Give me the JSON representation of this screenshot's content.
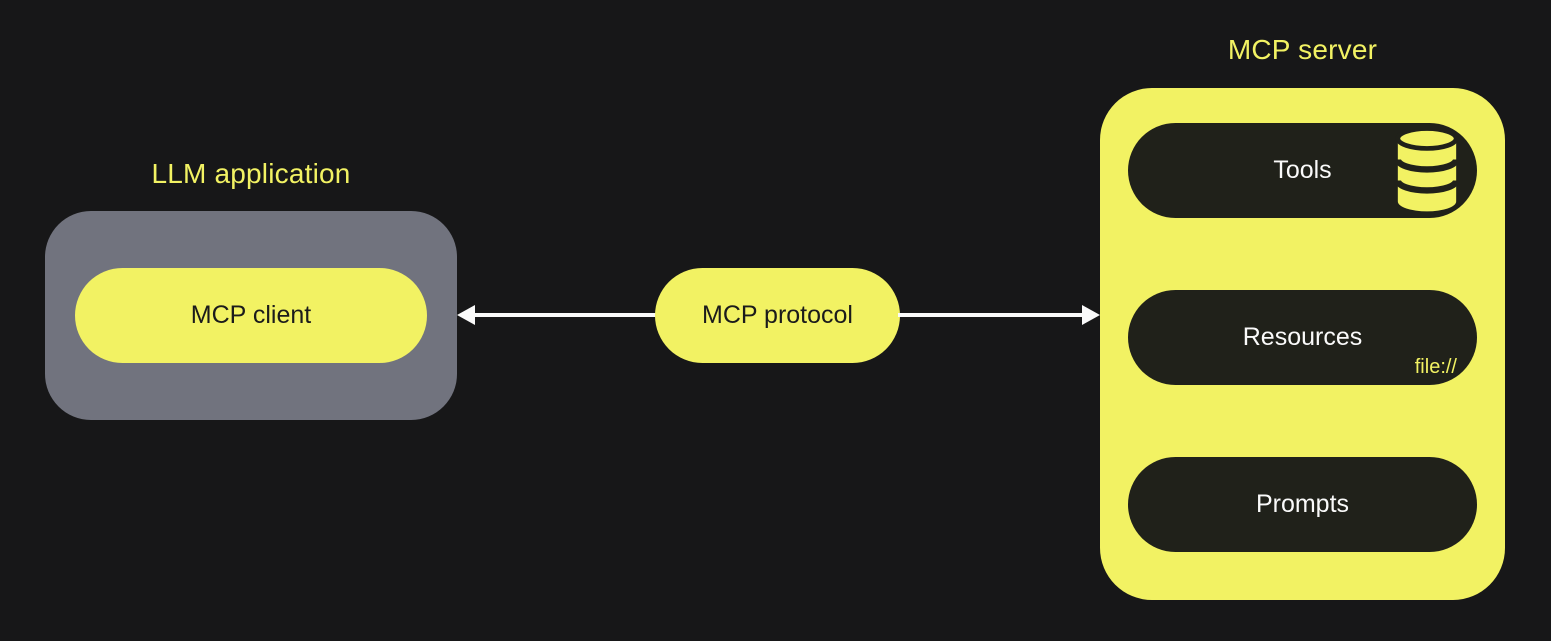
{
  "colors": {
    "background": "#171718",
    "yellow": "#F2F263",
    "gray": "#71737E",
    "dark_pill": "#20211A",
    "text_dark": "#1B1B1B",
    "text_light": "#FAFAFA"
  },
  "llm_application": {
    "label": "LLM application",
    "client_label": "MCP client"
  },
  "protocol": {
    "label": "MCP protocol"
  },
  "mcp_server": {
    "label": "MCP server",
    "items": [
      {
        "label": "Tools",
        "icon": "database-icon"
      },
      {
        "label": "Resources",
        "sublabel": "file://"
      },
      {
        "label": "Prompts"
      }
    ]
  }
}
